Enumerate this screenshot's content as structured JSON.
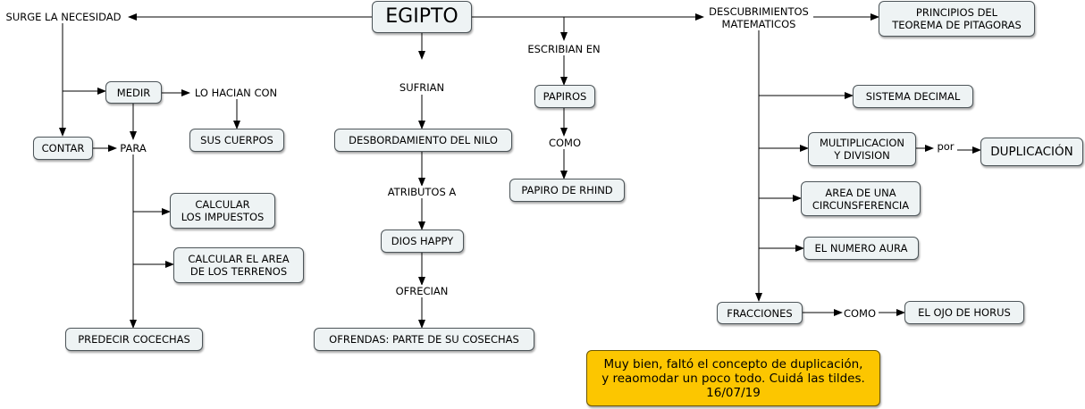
{
  "concepts": {
    "egipto": "EGIPTO",
    "medir": "MEDIR",
    "contar": "CONTAR",
    "sus_cuerpos": "SUS CUERPOS",
    "calcular_impuestos": "CALCULAR\nLOS IMPUESTOS",
    "calcular_area": "CALCULAR EL AREA\nDE LOS  TERRENOS",
    "predecir_cosechas": "PREDECIR COCECHAS",
    "desbordamiento": "DESBORDAMIENTO DEL NILO",
    "dios_happy": "DIOS HAPPY",
    "ofrendas": "OFRENDAS: PARTE DE SU COSECHAS",
    "papiros": "PAPIROS",
    "papiro_rhind": "PAPIRO DE RHIND",
    "principios_pitagoras": "PRINCIPIOS DEL\nTEOREMA DE PITAGORAS",
    "sistema_decimal": "SISTEMA DECIMAL",
    "multiplicacion": "MULTIPLICACION\nY DIVISION",
    "duplicacion": "DUPLICACIÓN",
    "area_circunferencia": "AREA DE UNA\nCIRCUNSFERENCIA",
    "numero_aura": "EL NUMERO AURA",
    "fracciones": "FRACCIONES",
    "ojo_horus": "EL OJO  DE HORUS"
  },
  "linking_phrases": {
    "surge_la_necesidad": "SURGE LA NECESIDAD",
    "lo_hacian_con": "LO HACIAN CON",
    "para": "PARA",
    "sufrian": "SUFRIAN",
    "atributos_a": "ATRIBUTOS A",
    "ofrecian": "OFRECIAN",
    "escribian_en": "ESCRIBIAN EN",
    "como_rhind": "COMO",
    "descubrimientos": "DESCUBRIMIENTOS\nMATEMATICOS",
    "por": "por",
    "como_horus": "COMO"
  },
  "note": {
    "text": "Muy bien, faltó el concepto de duplicación,\ny reaomodar un poco todo.  Cuidá las tildes.\n16/07/19",
    "color": "#fcc600"
  },
  "colors": {
    "node_fill": "#eef3f4",
    "node_border": "#4d5559",
    "line": "#000000"
  }
}
